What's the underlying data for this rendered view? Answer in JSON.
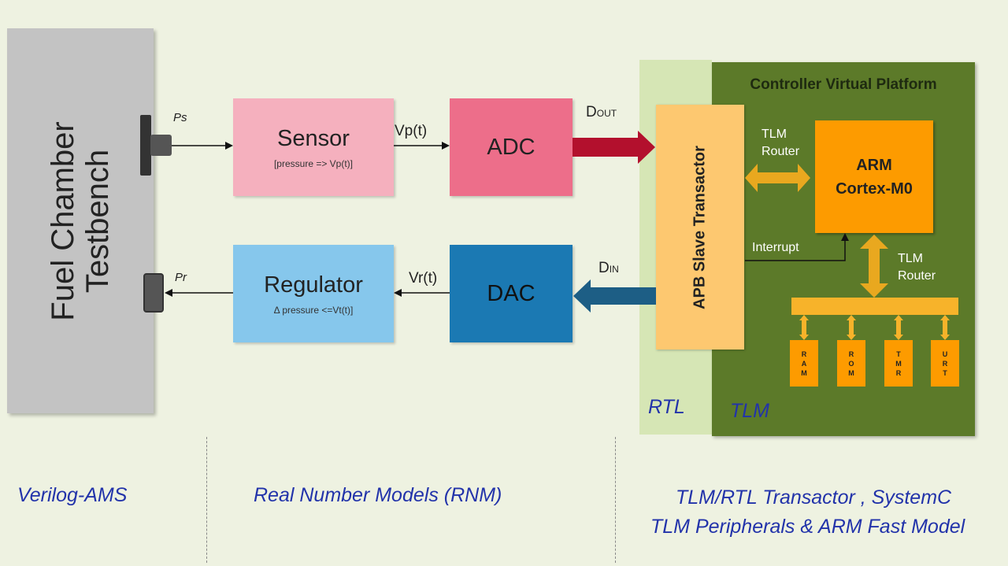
{
  "testbench": {
    "label": "Fuel Chamber\nTestbench"
  },
  "ports": {
    "ps": "Ps",
    "pr": "Pr"
  },
  "sensor": {
    "title": "Sensor",
    "note": "[pressure => Vp(t)]"
  },
  "regulator": {
    "title": "Regulator",
    "note": "Δ pressure <=Vt(t)]"
  },
  "signals": {
    "vp": "Vp(t)",
    "vr": "Vr(t)"
  },
  "adc": {
    "title": "ADC",
    "dout_main": "D",
    "dout_sub": "OUT"
  },
  "dac": {
    "title": "DAC",
    "din_main": "D",
    "din_sub": "IN"
  },
  "platform": {
    "title": "Controller Virtual Platform",
    "apb": "APB Slave Transactor",
    "arm_line1": "ARM",
    "arm_line2": "Cortex-M0",
    "router1": "TLM\nRouter",
    "router2": "TLM\nRouter",
    "interrupt": "Interrupt",
    "rtl_label": "RTL",
    "tlm_label": "TLM",
    "peripherals": [
      {
        "letters": [
          "R",
          "A",
          "M"
        ]
      },
      {
        "letters": [
          "R",
          "O",
          "M"
        ]
      },
      {
        "letters": [
          "T",
          "M",
          "R"
        ]
      },
      {
        "letters": [
          "U",
          "R",
          "T"
        ]
      }
    ]
  },
  "footer": {
    "left": "Verilog-AMS",
    "middle": "Real Number Models (RNM)",
    "right_line1": "TLM/RTL Transactor , SystemC",
    "right_line2": "TLM  Peripherals & ARM Fast Model"
  },
  "colors": {
    "background": "#eef2e1",
    "sensor": "#f5b0be",
    "adc": "#ed6e8a",
    "regulator": "#86c7ec",
    "dac": "#1b79b3",
    "apb": "#fdc870",
    "arm": "#fd9b00",
    "tlm_panel": "#5c7a29",
    "rtl_band": "#d6e6b5",
    "footer_text": "#2233aa"
  }
}
